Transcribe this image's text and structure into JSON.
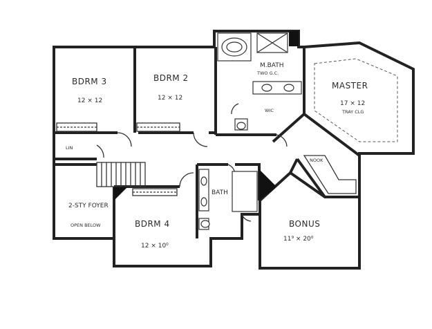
{
  "rooms": {
    "bdrm3": {
      "name": "BDRM 3",
      "size": "12 × 12"
    },
    "bdrm2": {
      "name": "BDRM 2",
      "size": "12 × 12"
    },
    "master_bath": {
      "name": "M.BATH",
      "note": "TWO G.C."
    },
    "master": {
      "name": "MASTER",
      "size": "17 × 12",
      "note": "TRAY CLG"
    },
    "wic": {
      "name": "WIC"
    },
    "linen": {
      "name": "LIN"
    },
    "foyer": {
      "name": "2-STY FOYER",
      "note": "OPEN BELOW"
    },
    "bdrm4": {
      "name": "BDRM 4",
      "size": "12 × 10⁰"
    },
    "bath": {
      "name": "BATH"
    },
    "bonus": {
      "name": "BONUS",
      "size": "11⁹ × 20⁰"
    },
    "nook": {
      "name": "NOOK"
    }
  }
}
